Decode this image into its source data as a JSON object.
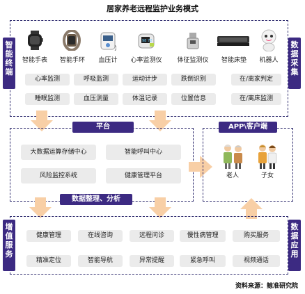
{
  "title": "居家养老远程监护业务模式",
  "terminal": {
    "side_label": "智\n能\n终\n端",
    "devices": [
      {
        "label": "智能手表",
        "icon": "smartwatch-icon"
      },
      {
        "label": "智能手环",
        "icon": "smart-band-icon"
      },
      {
        "label": "血压计",
        "icon": "blood-pressure-monitor-icon"
      },
      {
        "label": "心率监测仪",
        "icon": "heart-rate-monitor-icon"
      },
      {
        "label": "体征监测仪",
        "icon": "vital-signs-monitor-icon"
      },
      {
        "label": "智能床垫",
        "icon": "smart-mattress-icon"
      },
      {
        "label": "机器人",
        "icon": "robot-icon"
      }
    ],
    "row1": [
      "心率监测",
      "呼吸监测",
      "运动计步",
      "跌倒识别",
      "在/离家判定"
    ],
    "row2": [
      "睡眠监测",
      "血压测量",
      "体温记录",
      "位置信息",
      "在/离床监测"
    ]
  },
  "collect_label": "数\n据\n采\n集",
  "platform": {
    "label": "平台",
    "items": [
      "大数据运算存储中心",
      "智能呼叫中心",
      "风险监控系统",
      "健康管理平台"
    ],
    "footer": "数据整理、分析"
  },
  "app": {
    "label": "APP\\客户端",
    "people": [
      {
        "label": "老人",
        "icon": "elderly-couple-icon"
      },
      {
        "label": "子女",
        "icon": "family-icon"
      }
    ]
  },
  "service": {
    "side_label": "增\n值\n服\n务",
    "row1": [
      "健康管理",
      "在线咨询",
      "远程问诊",
      "慢性病管理",
      "购买服务"
    ],
    "row2": [
      "精准定位",
      "智能导航",
      "异常提醒",
      "紧急呼叫",
      "视频通话"
    ]
  },
  "apply_label": "数\n据\n应\n用",
  "source": "资料来源：鲸准研究院",
  "colors": {
    "accent": "#3c2a82",
    "arrow": "#f8cfa6",
    "pill": "#ebebeb"
  }
}
